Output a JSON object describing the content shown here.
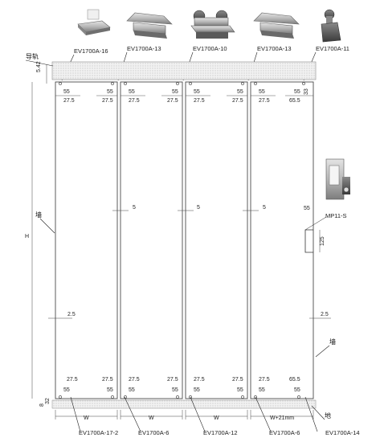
{
  "labels": {
    "top": [
      "EV1700A-16",
      "EV1700A-13",
      "EV1700A-10",
      "EV1700A-13",
      "EV1700A-11"
    ],
    "bottom": [
      "EV1700A-17-2",
      "EV1700A-6",
      "EV1700A-12",
      "EV1700A-6",
      "EV1700A-14"
    ],
    "rail": "导轨",
    "wall_left": "墙",
    "wall_right": "墙",
    "floor": "地",
    "handle": "MP11-S",
    "height": "H"
  },
  "dims": {
    "rail_gap": "5.42",
    "bottom_gap": "32",
    "bottom_gap2": "8",
    "edge_55": "55",
    "edge_27_5": "27.5",
    "edge_65_5": "65.5",
    "edge_33": "33",
    "gap_5": "5",
    "gap_2_5": "2.5",
    "handle_125": "125",
    "width_w": "W",
    "width_last": "W+21mm"
  },
  "icons": [
    "bracket-clamp-icon",
    "rail-clamp-icon",
    "roller-carriage-icon",
    "rail-clamp-icon",
    "end-roller-icon"
  ],
  "handle_icon": "latch-lock-icon"
}
